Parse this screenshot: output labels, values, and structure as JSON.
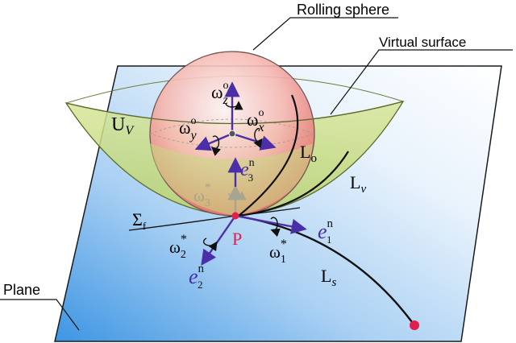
{
  "labels": {
    "rolling_sphere": "Rolling sphere",
    "virtual_surface": "Virtual surface",
    "plane": "Plane",
    "point": "P",
    "omega": "ω",
    "sup_o": "o",
    "sup_star": "*",
    "sup_n": "n",
    "sub_x": "x",
    "sub_y": "y",
    "sub_z": "z",
    "sub_1": "1",
    "sub_2": "2",
    "sub_3": "3",
    "e": "e",
    "U": "U",
    "sub_V": "V",
    "L": "L",
    "sub_o": "o",
    "sub_v": "v",
    "sub_s": "s",
    "sigma": "Σ",
    "sub_f": "f"
  },
  "colors": {
    "axis_blue": "#4b2fa8",
    "point_red": "#e0204b",
    "plane_blue": "#5fa5e6",
    "surface_green": "#c9dc7e",
    "sphere_pink": "#f08a8a"
  }
}
